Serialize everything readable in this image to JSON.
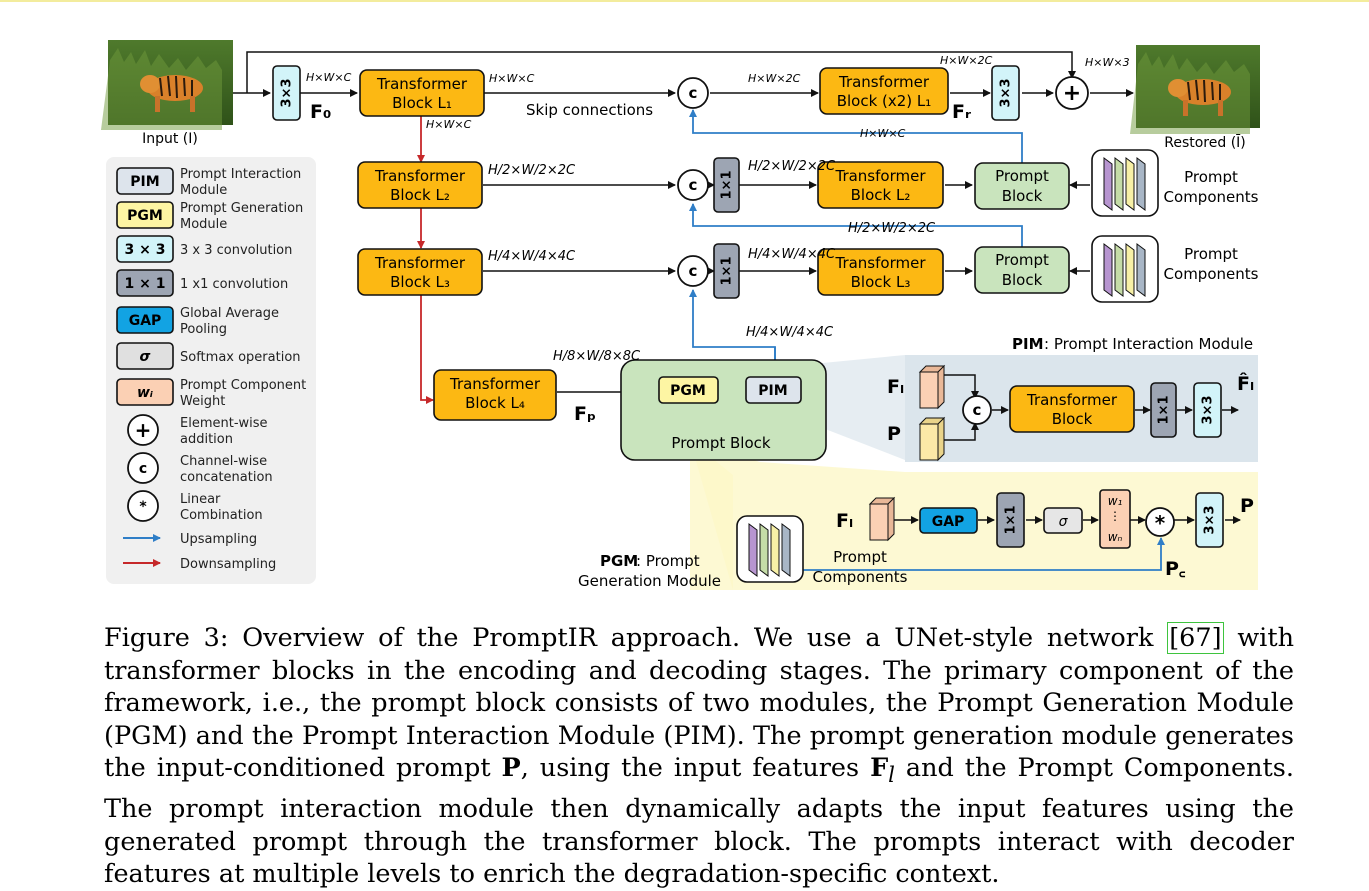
{
  "input_label": "Input (I)",
  "restored_label": "Restored (Ī)",
  "conv3": "3×3",
  "conv1": "1×1",
  "F0": "F₀",
  "Fr": "Fᵣ",
  "Fp": "Fₚ",
  "Fl": "Fₗ",
  "P": "P",
  "Pc": "P꜀",
  "Flhat": "F̂ₗ",
  "tb_L1": "Transformer|Block  L₁",
  "tb_L2": "Transformer|Block  L₂",
  "tb_L3": "Transformer|Block  L₃",
  "tb_L4": "Transformer|Block  L₄",
  "tb_dec1": "Transformer|Block (x2) L₁",
  "tb_dec2": "Transformer|Block  L₂",
  "tb_dec3": "Transformer|Block  L₃",
  "tb_pim": "Transformer|Block",
  "prompt_block": "Prompt|Block",
  "prompt_block_big": "Prompt Block",
  "prompt_components": "Prompt|Components",
  "skip_connections": "Skip connections",
  "dims": {
    "hwc": "H×W×C",
    "hw2c": "H×W×2C",
    "hw3": "H×W×3",
    "h2w2_2c": "H/2×W/2×2C",
    "h4w4_4c": "H/4×W/4×4C",
    "h8w8_8c": "H/8×W/8×8C"
  },
  "pgm": "PGM",
  "pim": "PIM",
  "gap": "GAP",
  "sigma": "σ",
  "w1": "w₁",
  "wn": "wₙ",
  "pim_title_bold": "PIM",
  "pim_title_rest": ": Prompt Interaction Module",
  "pgm_title_bold": "PGM",
  "pgm_title_rest": ": Prompt|Generation Module",
  "legend": [
    {
      "sym": "PIM",
      "text": "Prompt Interaction|Module"
    },
    {
      "sym": "PGM",
      "text": "Prompt Generation|Module"
    },
    {
      "sym": "3 × 3",
      "text": "3 x 3 convolution"
    },
    {
      "sym": "1 × 1",
      "text": "1 x1 convolution"
    },
    {
      "sym": "GAP",
      "text": "Global Average|Pooling"
    },
    {
      "sym": "σ",
      "text": "Softmax operation"
    },
    {
      "sym": "wᵢ",
      "text": "Prompt Component|Weight"
    },
    {
      "sym": "+",
      "text": "Element-wise|addition"
    },
    {
      "sym": "c",
      "text": "Channel-wise|concatenation"
    },
    {
      "sym": "*",
      "text": "Linear|Combination"
    },
    {
      "sym": "",
      "text": "Upsampling"
    },
    {
      "sym": "",
      "text": "Downsampling"
    }
  ],
  "colors": {
    "transformer": "#fcb813",
    "prompt_block": "#c9e4bd",
    "pim": "#dde4ec",
    "pgm": "#fdf5a3",
    "conv3": "#d2f4f9",
    "conv1": "#9da5b3",
    "gap": "#12a3e3",
    "weight": "#fbd0b4",
    "upsample": "#2f7ec7",
    "downsample": "#c6282a"
  },
  "caption": {
    "p1": "Figure 3: Overview of the PromptIR approach. We use a UNet-style network ",
    "ref": "[67]",
    "p2": " with transformer blocks in the encoding and decoding stages. The primary component of the framework, i.e., the prompt block consists of two modules, the Prompt Generation Module (PGM) and the Prompt Interaction Module (PIM). The prompt generation module generates the input-conditioned prompt ",
    "P": "P",
    "p3": ", using the input features ",
    "F": "F",
    "l": "l",
    "p4": " and the Prompt Components. The prompt interaction module then dynamically adapts the input features using the generated prompt through the transformer block. The prompts interact with decoder features at multiple levels to enrich the degradation-specific context."
  }
}
